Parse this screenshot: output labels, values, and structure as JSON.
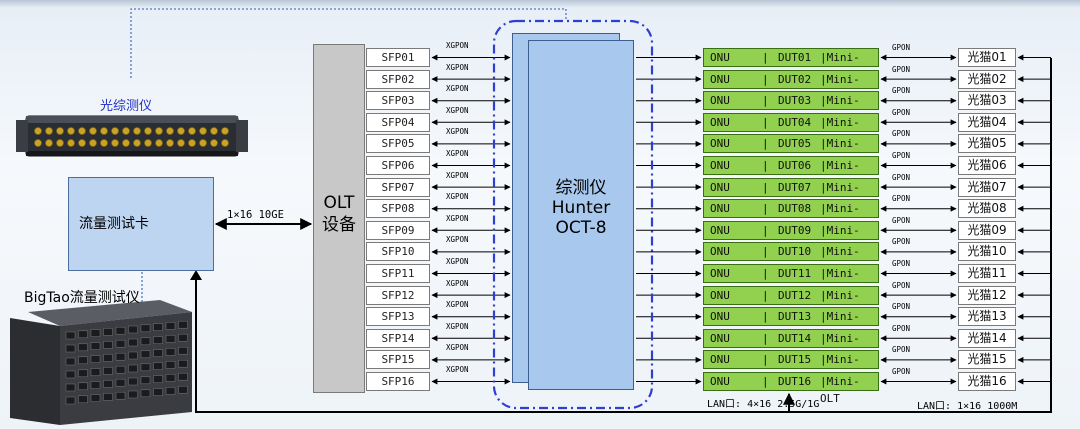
{
  "olt": {
    "line1": "OLT",
    "line2": "设备"
  },
  "hunter": {
    "line1": "综测仪",
    "line2": "Hunter",
    "line3": "OCT-8"
  },
  "optical_tester": {
    "label": "光综测仪"
  },
  "traffic_card": {
    "label": "流量测试卡"
  },
  "bigtao": {
    "label": "BigTao流量测试仪"
  },
  "uplink_label": "1×16 10GE",
  "xgpon_label": "XGPON",
  "gpon_label": "GPON",
  "dut_onu_label": "ONU",
  "dut_olt_label": "|Mini-OLT",
  "lan_left_label": "LAN口: 4×16 2.5G/1G",
  "lan_right_label": "LAN口: 1×16 1000M",
  "sfp_ports": [
    "SFP01",
    "SFP02",
    "SFP03",
    "SFP04",
    "SFP05",
    "SFP06",
    "SFP07",
    "SFP08",
    "SFP09",
    "SFP10",
    "SFP11",
    "SFP12",
    "SFP13",
    "SFP14",
    "SFP15",
    "SFP16"
  ],
  "duts": [
    "DUT01",
    "DUT02",
    "DUT03",
    "DUT04",
    "DUT05",
    "DUT06",
    "DUT07",
    "DUT08",
    "DUT09",
    "DUT10",
    "DUT11",
    "DUT12",
    "DUT13",
    "DUT14",
    "DUT15",
    "DUT16"
  ],
  "optical_cats": [
    "光猫01",
    "光猫02",
    "光猫03",
    "光猫04",
    "光猫05",
    "光猫06",
    "光猫07",
    "光猫08",
    "光猫09",
    "光猫10",
    "光猫11",
    "光猫12",
    "光猫13",
    "光猫14",
    "光猫15",
    "光猫16"
  ],
  "colors": {
    "dut_fill": "#92d050",
    "hunter_fill": "#a9c8ee",
    "card_fill": "#bdd5f0",
    "olt_fill": "#c8c8c8",
    "dotted_blue": "#2f4fcf"
  }
}
